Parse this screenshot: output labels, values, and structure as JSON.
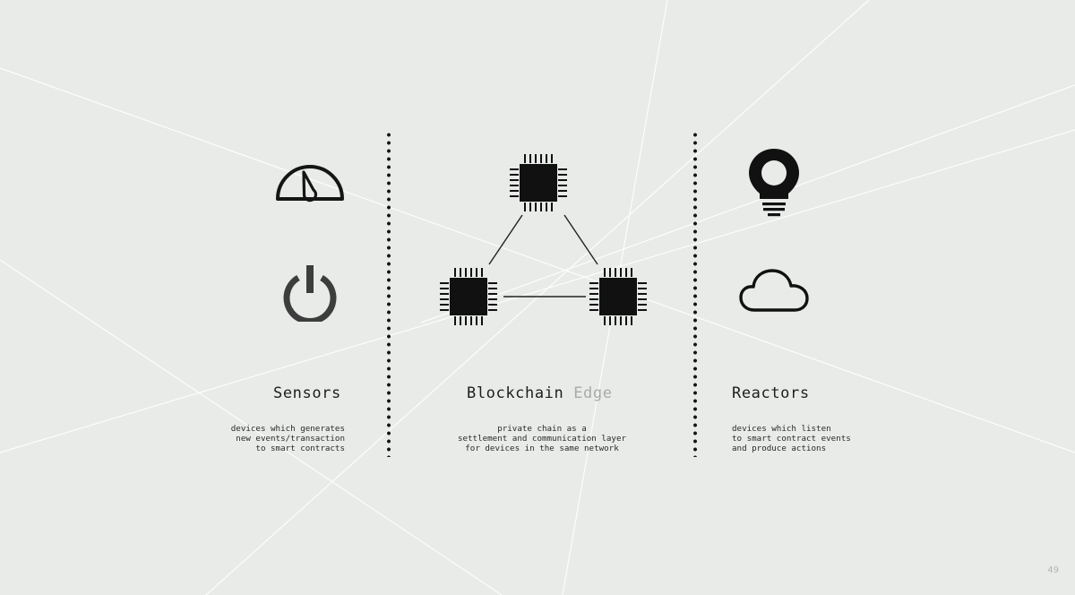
{
  "sensors": {
    "title": "Sensors",
    "description": "devices which generates\nnew events/transaction\nto smart contracts",
    "icons": [
      "gauge-icon",
      "power-icon"
    ]
  },
  "edge": {
    "title_main": "Blockchain",
    "title_accent": "Edge",
    "description": "private chain as a\nsettlement and communication layer\nfor devices in the same network",
    "icons": [
      "chip-icon",
      "chip-icon",
      "chip-icon"
    ],
    "accent_color": "#a9abaa"
  },
  "reactors": {
    "title": "Reactors",
    "description": "devices which listen\nto smart contract events\nand produce actions",
    "icons": [
      "lightbulb-icon",
      "cloud-icon"
    ]
  },
  "page_number": "49",
  "colors": {
    "background": "#e8ebe8",
    "ink": "#151515",
    "muted": "#a9abaa"
  }
}
